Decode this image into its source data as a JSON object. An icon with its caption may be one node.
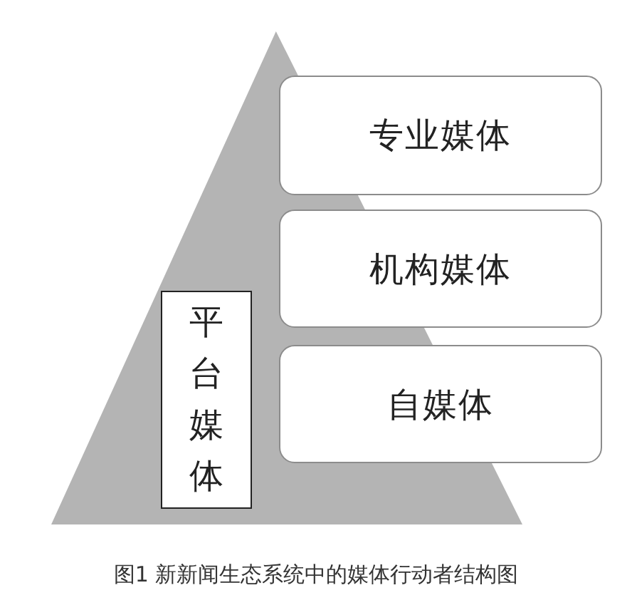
{
  "diagram": {
    "caption": "图1 新新闻生态系统中的媒体行动者结构图",
    "nodes": [
      {
        "text": [],
        "shape": "triangle"
      },
      {
        "text": [
          "专业媒体"
        ]
      },
      {
        "text": [
          "机构媒体"
        ]
      },
      {
        "text": [
          "平台媒体"
        ],
        "in": 0
      },
      {
        "text": [
          "自媒体"
        ]
      }
    ]
  }
}
